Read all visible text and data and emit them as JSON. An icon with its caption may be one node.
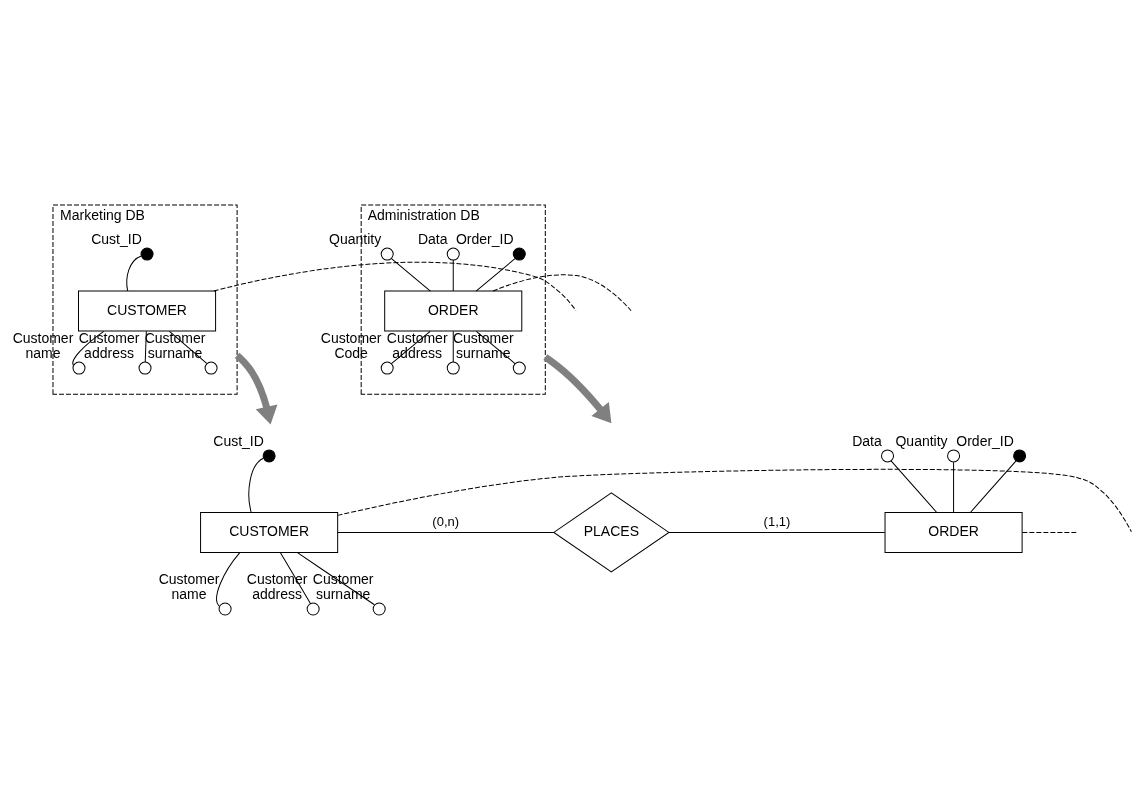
{
  "diagram": {
    "nodes": [
      {
        "text": [
          "Marketing DB"
        ]
      },
      {
        "text": [
          "CUSTOMER"
        ],
        "in": 0
      },
      {
        "text": [],
        "shape": "dot",
        "beside": [
          "Cust_ID"
        ],
        "in": 0
      },
      {
        "text": [],
        "shape": "circle",
        "beside": [
          "Customer name"
        ],
        "in": 0
      },
      {
        "text": [],
        "shape": "circle",
        "beside": [
          "Customer address"
        ],
        "in": 0
      },
      {
        "text": [],
        "shape": "circle",
        "beside": [
          "Customer surname"
        ],
        "in": 0
      },
      {
        "text": [
          "Administration DB"
        ]
      },
      {
        "text": [
          "ORDER"
        ],
        "in": 6
      },
      {
        "text": [],
        "shape": "dot",
        "beside": [
          "Order_ID"
        ],
        "in": 6
      },
      {
        "text": [],
        "shape": "circle",
        "beside": [
          "Data"
        ],
        "in": 6
      },
      {
        "text": [],
        "shape": "circle",
        "beside": [
          "Quantity"
        ],
        "in": 6
      },
      {
        "text": [],
        "shape": "circle",
        "beside": [
          "Customer Code"
        ],
        "in": 6
      },
      {
        "text": [],
        "shape": "circle",
        "beside": [
          "Customer address"
        ],
        "in": 6
      },
      {
        "text": [],
        "shape": "circle",
        "beside": [
          "Customer surname"
        ],
        "in": 6
      },
      {
        "text": [
          "CUSTOMER"
        ]
      },
      {
        "text": [],
        "shape": "dot",
        "beside": [
          "Cust_ID"
        ]
      },
      {
        "text": [],
        "shape": "circle",
        "beside": [
          "Customer name"
        ]
      },
      {
        "text": [],
        "shape": "circle",
        "beside": [
          "Customer address"
        ]
      },
      {
        "text": [],
        "shape": "circle",
        "beside": [
          "Customer surname"
        ]
      },
      {
        "text": [
          "PLACES"
        ]
      },
      {
        "text": [
          "ORDER"
        ]
      },
      {
        "text": [],
        "shape": "dot",
        "beside": [
          "Order_ID"
        ]
      },
      {
        "text": [],
        "shape": "circle",
        "beside": [
          "Data"
        ]
      },
      {
        "text": [],
        "shape": "circle",
        "beside": [
          "Quantity"
        ]
      }
    ],
    "edges": [
      {
        "from": 2,
        "to": 1,
        "arrow": "none"
      },
      {
        "from": 1,
        "to": 3,
        "arrow": "none"
      },
      {
        "from": 1,
        "to": 4,
        "arrow": "none"
      },
      {
        "from": 1,
        "to": 5,
        "arrow": "none"
      },
      {
        "from": 1,
        "to": null,
        "arrow": "none",
        "style": "dashed"
      },
      {
        "from": 8,
        "to": 7,
        "arrow": "none"
      },
      {
        "from": 9,
        "to": 7,
        "arrow": "none"
      },
      {
        "from": 10,
        "to": 7,
        "arrow": "none"
      },
      {
        "from": 7,
        "to": 11,
        "arrow": "none"
      },
      {
        "from": 7,
        "to": 12,
        "arrow": "none"
      },
      {
        "from": 7,
        "to": 13,
        "arrow": "none"
      },
      {
        "from": 7,
        "to": null,
        "arrow": "none",
        "style": "dashed"
      },
      {
        "from": 0,
        "to": null,
        "arrow": "to",
        "style": "thick",
        "color": "#808080"
      },
      {
        "from": 6,
        "to": null,
        "arrow": "to",
        "style": "thick",
        "color": "#808080"
      },
      {
        "from": 15,
        "to": 14,
        "arrow": "none"
      },
      {
        "from": 14,
        "to": 16,
        "arrow": "none"
      },
      {
        "from": 14,
        "to": 17,
        "arrow": "none"
      },
      {
        "from": 14,
        "to": 18,
        "arrow": "none"
      },
      {
        "from": 14,
        "to": null,
        "arrow": "none",
        "style": "dashed"
      },
      {
        "from": 14,
        "to": 19,
        "arrow": "none",
        "label": "(0,n)"
      },
      {
        "from": 19,
        "to": 20,
        "arrow": "none",
        "label": "(1,1)"
      },
      {
        "from": 21,
        "to": 20,
        "arrow": "none"
      },
      {
        "from": 22,
        "to": 20,
        "arrow": "none"
      },
      {
        "from": 23,
        "to": 20,
        "arrow": "none"
      },
      {
        "from": 20,
        "to": null,
        "arrow": "none",
        "style": "dashed"
      }
    ]
  }
}
